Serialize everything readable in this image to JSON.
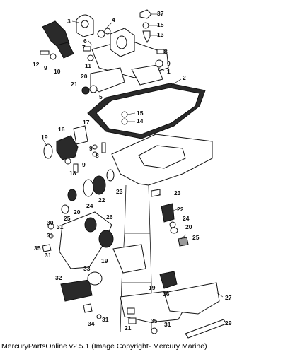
{
  "caption": "MercuryPartsOnline v2.5.1 (Image Copyright- Mercury Marine)",
  "callouts": {
    "c1": "1",
    "c2": "2",
    "c3": "3",
    "c4": "4",
    "c5": "5",
    "c6": "6",
    "c7": "7",
    "c8": "8",
    "c9": "9",
    "c10": "10",
    "c11": "11",
    "c12": "12",
    "c13": "13",
    "c14": "14",
    "c15": "15",
    "c16": "16",
    "c17": "17",
    "c18": "18",
    "c19": "19",
    "c20": "20",
    "c21": "21",
    "c22": "22",
    "c23": "23",
    "c24": "24",
    "c25": "25",
    "c26": "26",
    "c27": "27",
    "c29": "29",
    "c30": "30",
    "c31": "31",
    "c32": "32",
    "c33": "33",
    "c34": "34",
    "c35": "35",
    "c36": "36",
    "c37": "37"
  }
}
